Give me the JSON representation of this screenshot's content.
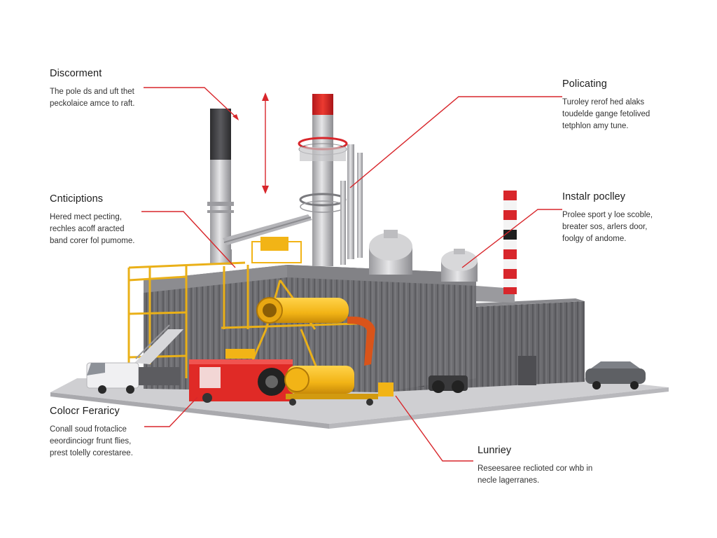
{
  "callouts": {
    "discoment": {
      "title": "Discorment",
      "lines": [
        "The pole ds and uft thet",
        "peckolaice amce to raft."
      ]
    },
    "policating": {
      "title": "Policating",
      "lines": [
        "Turoley rerof hed alaks",
        "toudelde gange fetolived",
        "tetphlon amy tune."
      ]
    },
    "cnticiptions": {
      "title": "Cnticiptions",
      "lines": [
        "Hered mect pecting,",
        "rechles acoff aracted",
        "band corer fol pumome."
      ]
    },
    "instalr": {
      "title": "Instalr poclley",
      "lines": [
        "Prolee sport y loe scoble,",
        "breater sos, arlers door,",
        "foolgy of andome."
      ]
    },
    "colocr": {
      "title": "Colocr Feraricy",
      "lines": [
        "Conall soud frotaclice",
        "eeordinciogr frunt flies,",
        "prest tolelly corestaree."
      ]
    },
    "lunriey": {
      "title": "Lunriey",
      "lines": [
        "Reseesaree reclioted cor whb in",
        "necle lagerranes."
      ]
    }
  },
  "colors": {
    "accent_red": "#d8262b",
    "machine_yellow": "#f2b416",
    "building_grey": "#6e6e72",
    "ground": "#d9d9dc"
  }
}
